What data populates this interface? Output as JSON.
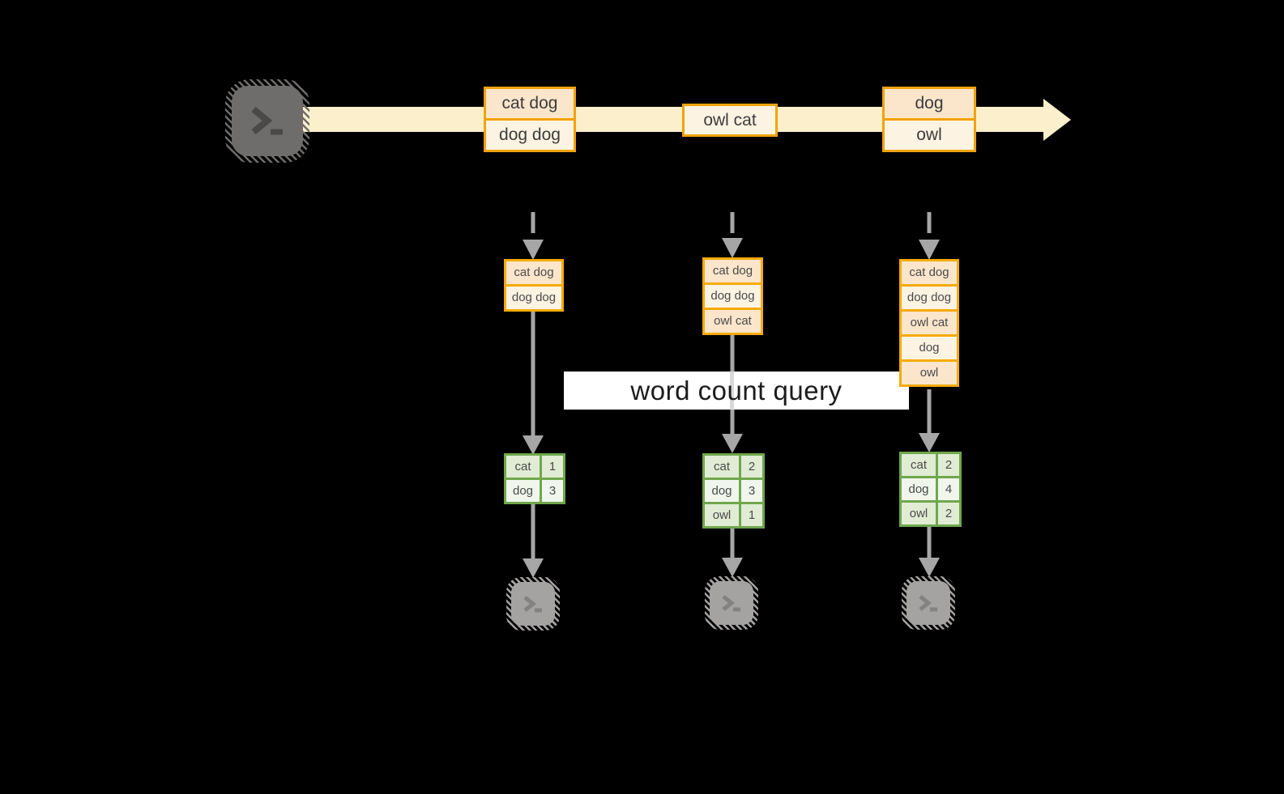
{
  "stream": {
    "records": [
      {
        "lines": [
          "cat dog",
          "dog dog"
        ]
      },
      {
        "lines": [
          "owl cat"
        ]
      },
      {
        "lines": [
          "dog",
          "owl"
        ]
      }
    ]
  },
  "query_label": "word count query",
  "pipelines": [
    {
      "state": [
        "cat dog",
        "dog dog"
      ],
      "counts": [
        {
          "word": "cat",
          "value": "1"
        },
        {
          "word": "dog",
          "value": "3"
        }
      ]
    },
    {
      "state": [
        "cat dog",
        "dog dog",
        "owl cat"
      ],
      "counts": [
        {
          "word": "cat",
          "value": "2"
        },
        {
          "word": "dog",
          "value": "3"
        },
        {
          "word": "owl",
          "value": "1"
        }
      ]
    },
    {
      "state": [
        "cat dog",
        "dog dog",
        "owl cat",
        "dog",
        "owl"
      ],
      "counts": [
        {
          "word": "cat",
          "value": "2"
        },
        {
          "word": "dog",
          "value": "4"
        },
        {
          "word": "owl",
          "value": "2"
        }
      ]
    }
  ],
  "icons": {
    "source": "terminal-prompt-icon",
    "outputs": [
      "terminal-prompt-icon",
      "terminal-prompt-icon",
      "terminal-prompt-icon"
    ]
  },
  "colors": {
    "background": "#000000",
    "stream_band": "#fcf0cc",
    "record_border": "#f0a30a",
    "record_fill_peach": "#fbe5cb",
    "record_fill_cream": "#fdf3e2",
    "table_border": "#6fa74c",
    "table_fill_dark": "#e0ecd4",
    "table_fill_light": "#f0f6ec",
    "arrow_gray": "#a6a6a6",
    "terminal_dark": "#6f6c6c",
    "terminal_light": "#a5a2a2",
    "label_background": "#ffffff"
  }
}
